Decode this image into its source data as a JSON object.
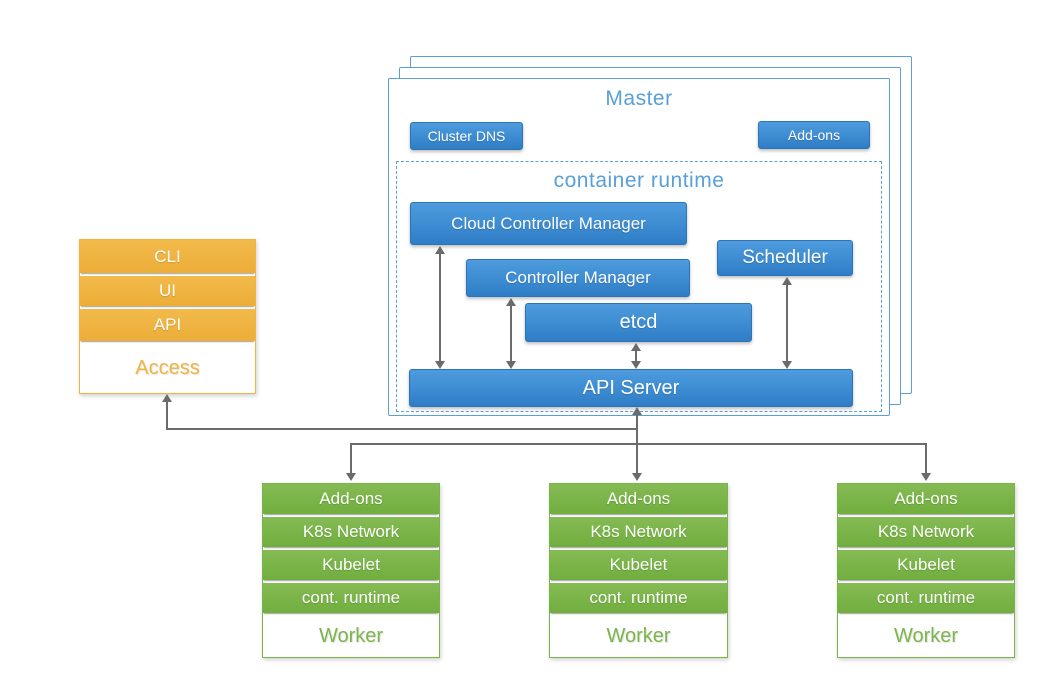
{
  "master": {
    "title": "Master",
    "buttons": {
      "cluster_dns": "Cluster DNS",
      "addons": "Add-ons"
    },
    "container_runtime": {
      "title": "container runtime",
      "cloud_controller_manager": "Cloud Controller Manager",
      "controller_manager": "Controller Manager",
      "etcd": "etcd",
      "scheduler": "Scheduler",
      "api_server": "API Server"
    }
  },
  "access_panel": {
    "items": [
      "CLI",
      "UI",
      "API"
    ],
    "label": "Access"
  },
  "workers": [
    {
      "rows": [
        "Add-ons",
        "K8s Network",
        "Kubelet",
        "cont. runtime"
      ],
      "label": "Worker"
    },
    {
      "rows": [
        "Add-ons",
        "K8s Network",
        "Kubelet",
        "cont. runtime"
      ],
      "label": "Worker"
    },
    {
      "rows": [
        "Add-ons",
        "K8s Network",
        "Kubelet",
        "cont. runtime"
      ],
      "label": "Worker"
    }
  ],
  "colors": {
    "component_blue": "#3787cd",
    "title_light_blue": "#58a0d8",
    "access_orange": "#f0b441",
    "worker_green": "#7ab549",
    "arrow_gray": "#6b6b6b"
  }
}
